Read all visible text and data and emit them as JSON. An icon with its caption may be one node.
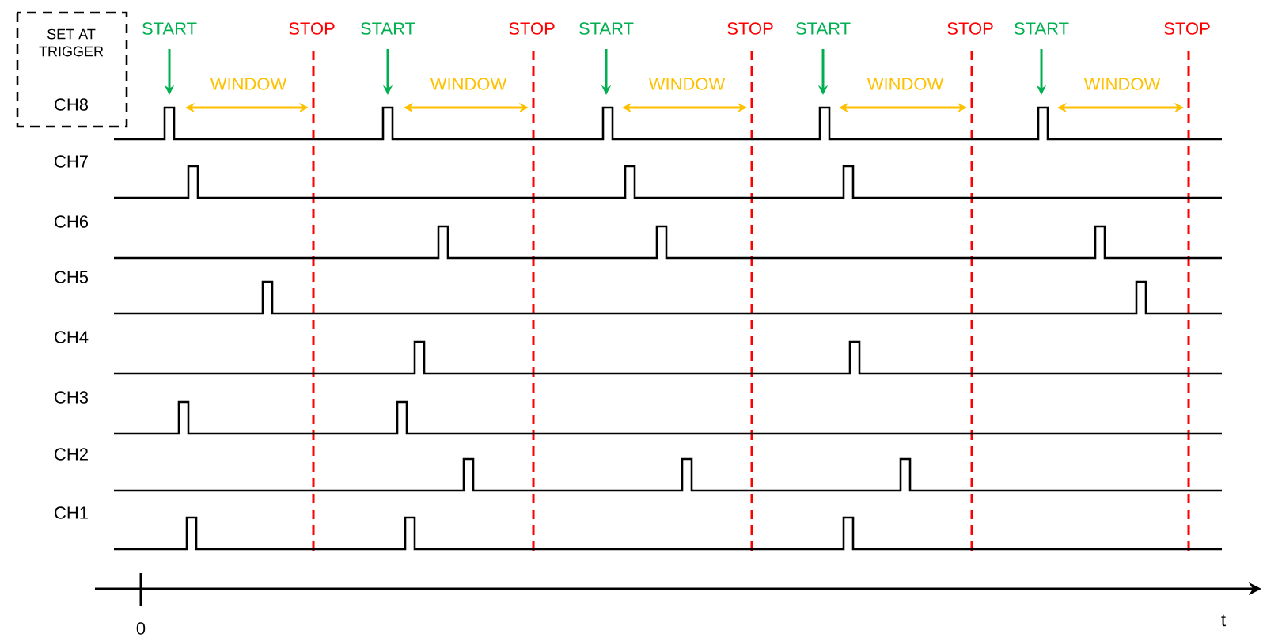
{
  "diagram": {
    "nodes": [
      {
        "text": [
          "SET AT TRIGGER",
          "CH8"
        ]
      }
    ],
    "labels": [
      "START",
      "STOP",
      "START",
      "STOP",
      "START",
      "STOP",
      "START",
      "STOP",
      "START",
      "STOP",
      "WINDOW",
      "WINDOW",
      "WINDOW",
      "WINDOW",
      "WINDOW",
      "CH7",
      "CH6",
      "CH5",
      "CH4",
      "CH3",
      "CH2",
      "CH1",
      "0",
      "t"
    ]
  }
}
